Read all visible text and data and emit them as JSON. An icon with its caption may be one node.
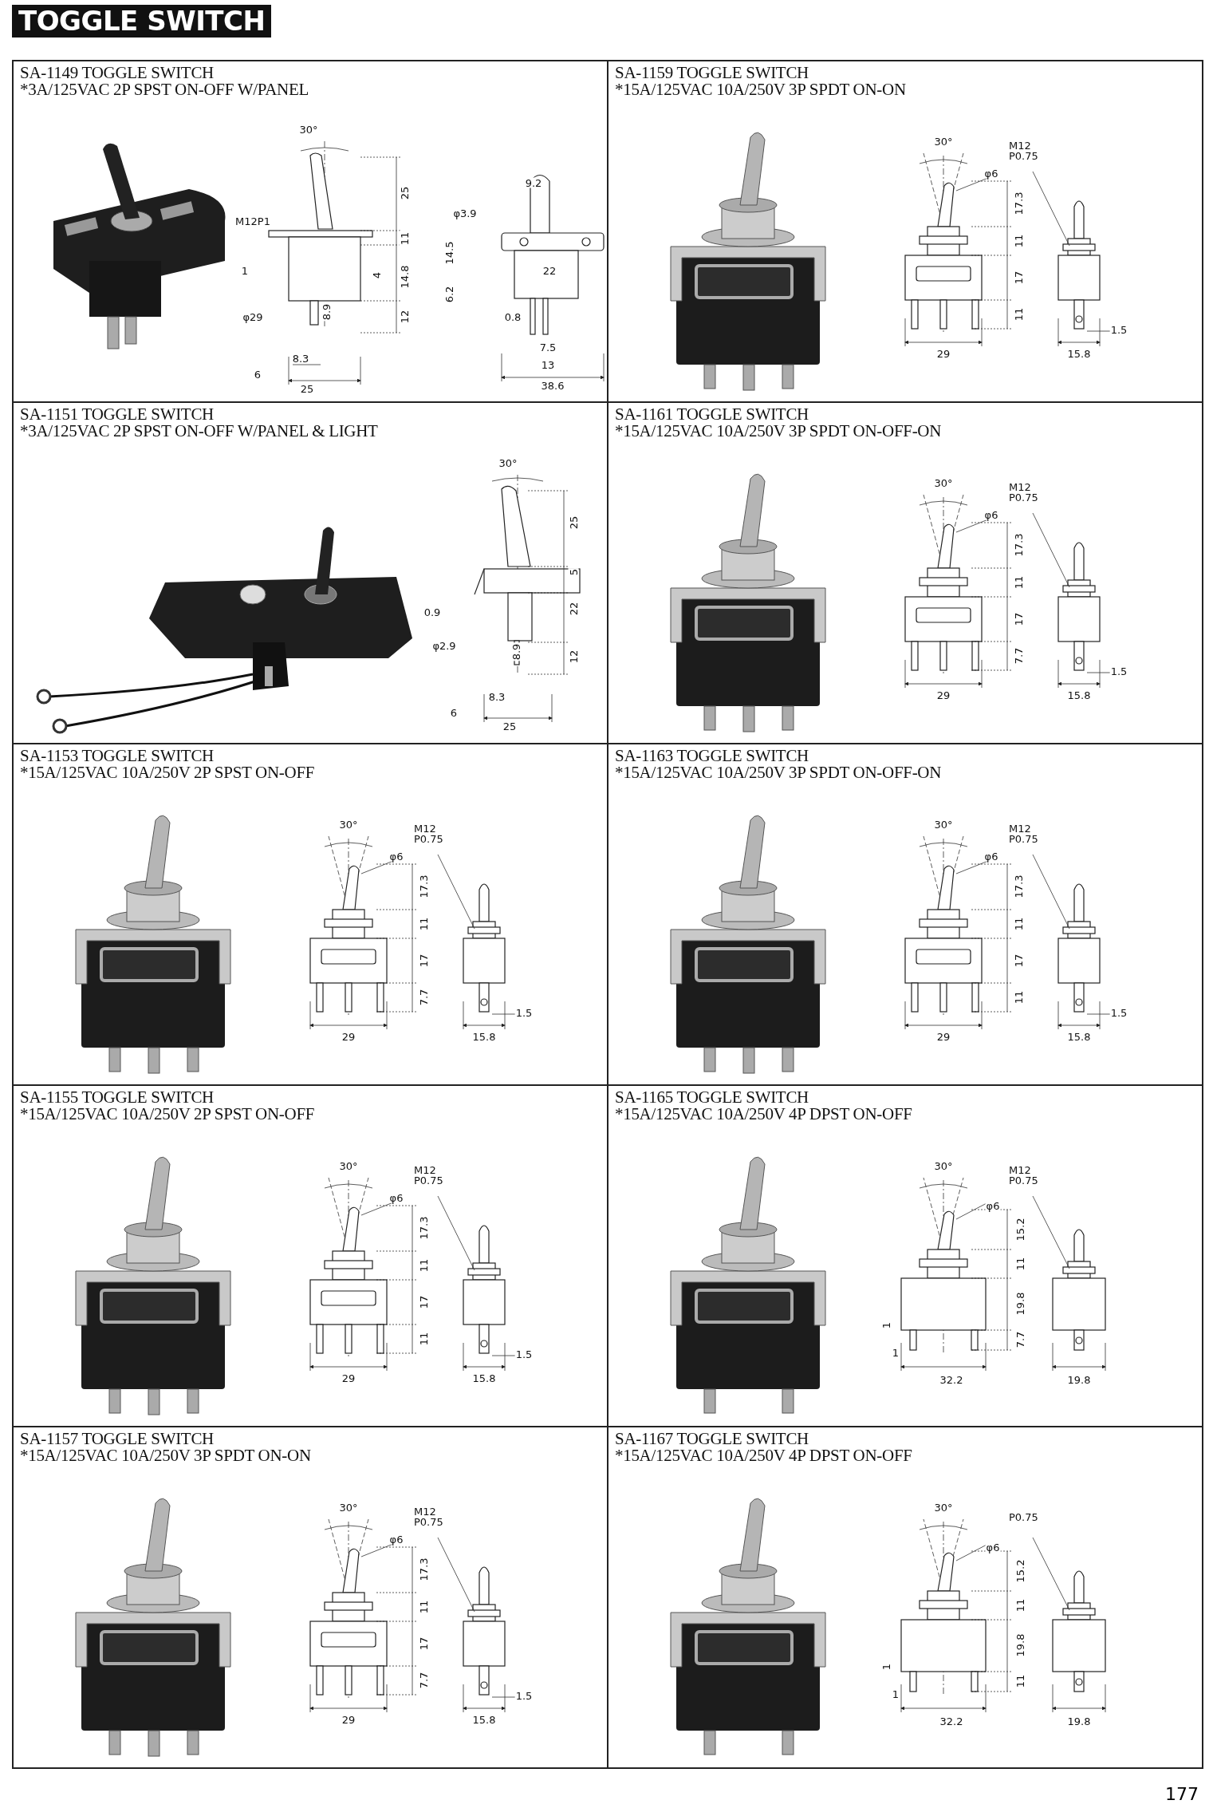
{
  "diagram": {
    "title": "TOGGLE SWITCH",
    "nodes": [
      {
        "text": [
          "SA-1149 TOGGLE SWITCH",
          "*3A/125VAC 2P SPST ON-OFF W/PANEL"
        ]
      },
      {
        "text": [
          "SA-1159 TOGGLE SWITCH",
          "*15A/125VAC 10A/250V 3P SPDT ON-ON"
        ]
      },
      {
        "text": [
          "SA-1151 TOGGLE SWITCH",
          "*3A/125VAC 2P SPST ON-OFF W/PANEL & LIGHT"
        ]
      },
      {
        "text": [
          "SA-1161 TOGGLE SWITCH",
          "*15A/125VAC 10A/250V 3P SPDT ON-OFF-ON"
        ]
      },
      {
        "text": [
          "SA-1153 TOGGLE SWITCH",
          "*15A/125VAC 10A/250V 2P SPST ON-OFF"
        ]
      },
      {
        "text": [
          "SA-1163 TOGGLE SWITCH",
          "*15A/125VAC 10A/250V 3P SPDT ON-OFF-ON"
        ]
      },
      {
        "text": [
          "SA-1155 TOGGLE SWITCH",
          "*15A/125VAC 10A/250V 2P SPST ON-OFF"
        ]
      },
      {
        "text": [
          "SA-1165 TOGGLE SWITCH",
          "*15A/125VAC 10A/250V 4P DPST ON-OFF"
        ]
      },
      {
        "text": [
          "SA-1157 TOGGLE SWITCH",
          "*15A/125VAC 10A/250V 3P SPDT ON-ON"
        ]
      },
      {
        "text": [
          "SA-1167 TOGGLE SWITCH",
          "*15A/125VAC 10A/250V 4P DPST ON-OFF"
        ]
      }
    ],
    "labels": [
      "30°",
      "M12P1",
      "25",
      "11",
      "1",
      "4",
      "14.8",
      "φ29",
      "8.9",
      "12",
      "8.3",
      "6",
      "25",
      "9.2",
      "φ3.9",
      "14.5",
      "22",
      "6.2",
      "0.8",
      "7.5",
      "13",
      "38.6",
      "30°",
      "φ6",
      "17.3",
      "M12 P0.75",
      "11",
      "17",
      "11",
      "29",
      "15.8",
      "1.5",
      "30°",
      "25",
      "5",
      "0.9",
      "22",
      "φ2.9",
      "8.9",
      "12",
      "6",
      "8.3",
      "25",
      "30°",
      "φ6",
      "M12 P0.75",
      "17.3",
      "11",
      "17",
      "7.7",
      "29",
      "1.5",
      "15.8",
      "30°",
      "M12 P0.75",
      "φ6",
      "17.3",
      "11",
      "17",
      "7.7",
      "1.5",
      "29",
      "15.8",
      "30°",
      "φ6",
      "M12 P0.75",
      "17.3",
      "11",
      "17",
      "11",
      "1.5",
      "29",
      "15.8",
      "30°",
      "M12 P0.75",
      "φ6",
      "17.3",
      "11",
      "17",
      "11",
      "1.5",
      "29",
      "15.8",
      "30°",
      "M12 P0.75",
      "φ6",
      "15.2",
      "11",
      "19.8",
      "1",
      "7.7",
      "1",
      "32.2",
      "19.8",
      "30°",
      "M12 P0.75",
      "φ6",
      "17.3",
      "11",
      "17",
      "7.7",
      "1.5",
      "29",
      "15.8",
      "30°",
      "P0.75",
      "φ6",
      "15.2",
      "11",
      "19.8",
      "1",
      "11",
      "1",
      "32.2",
      "19.8",
      "177"
    ]
  }
}
